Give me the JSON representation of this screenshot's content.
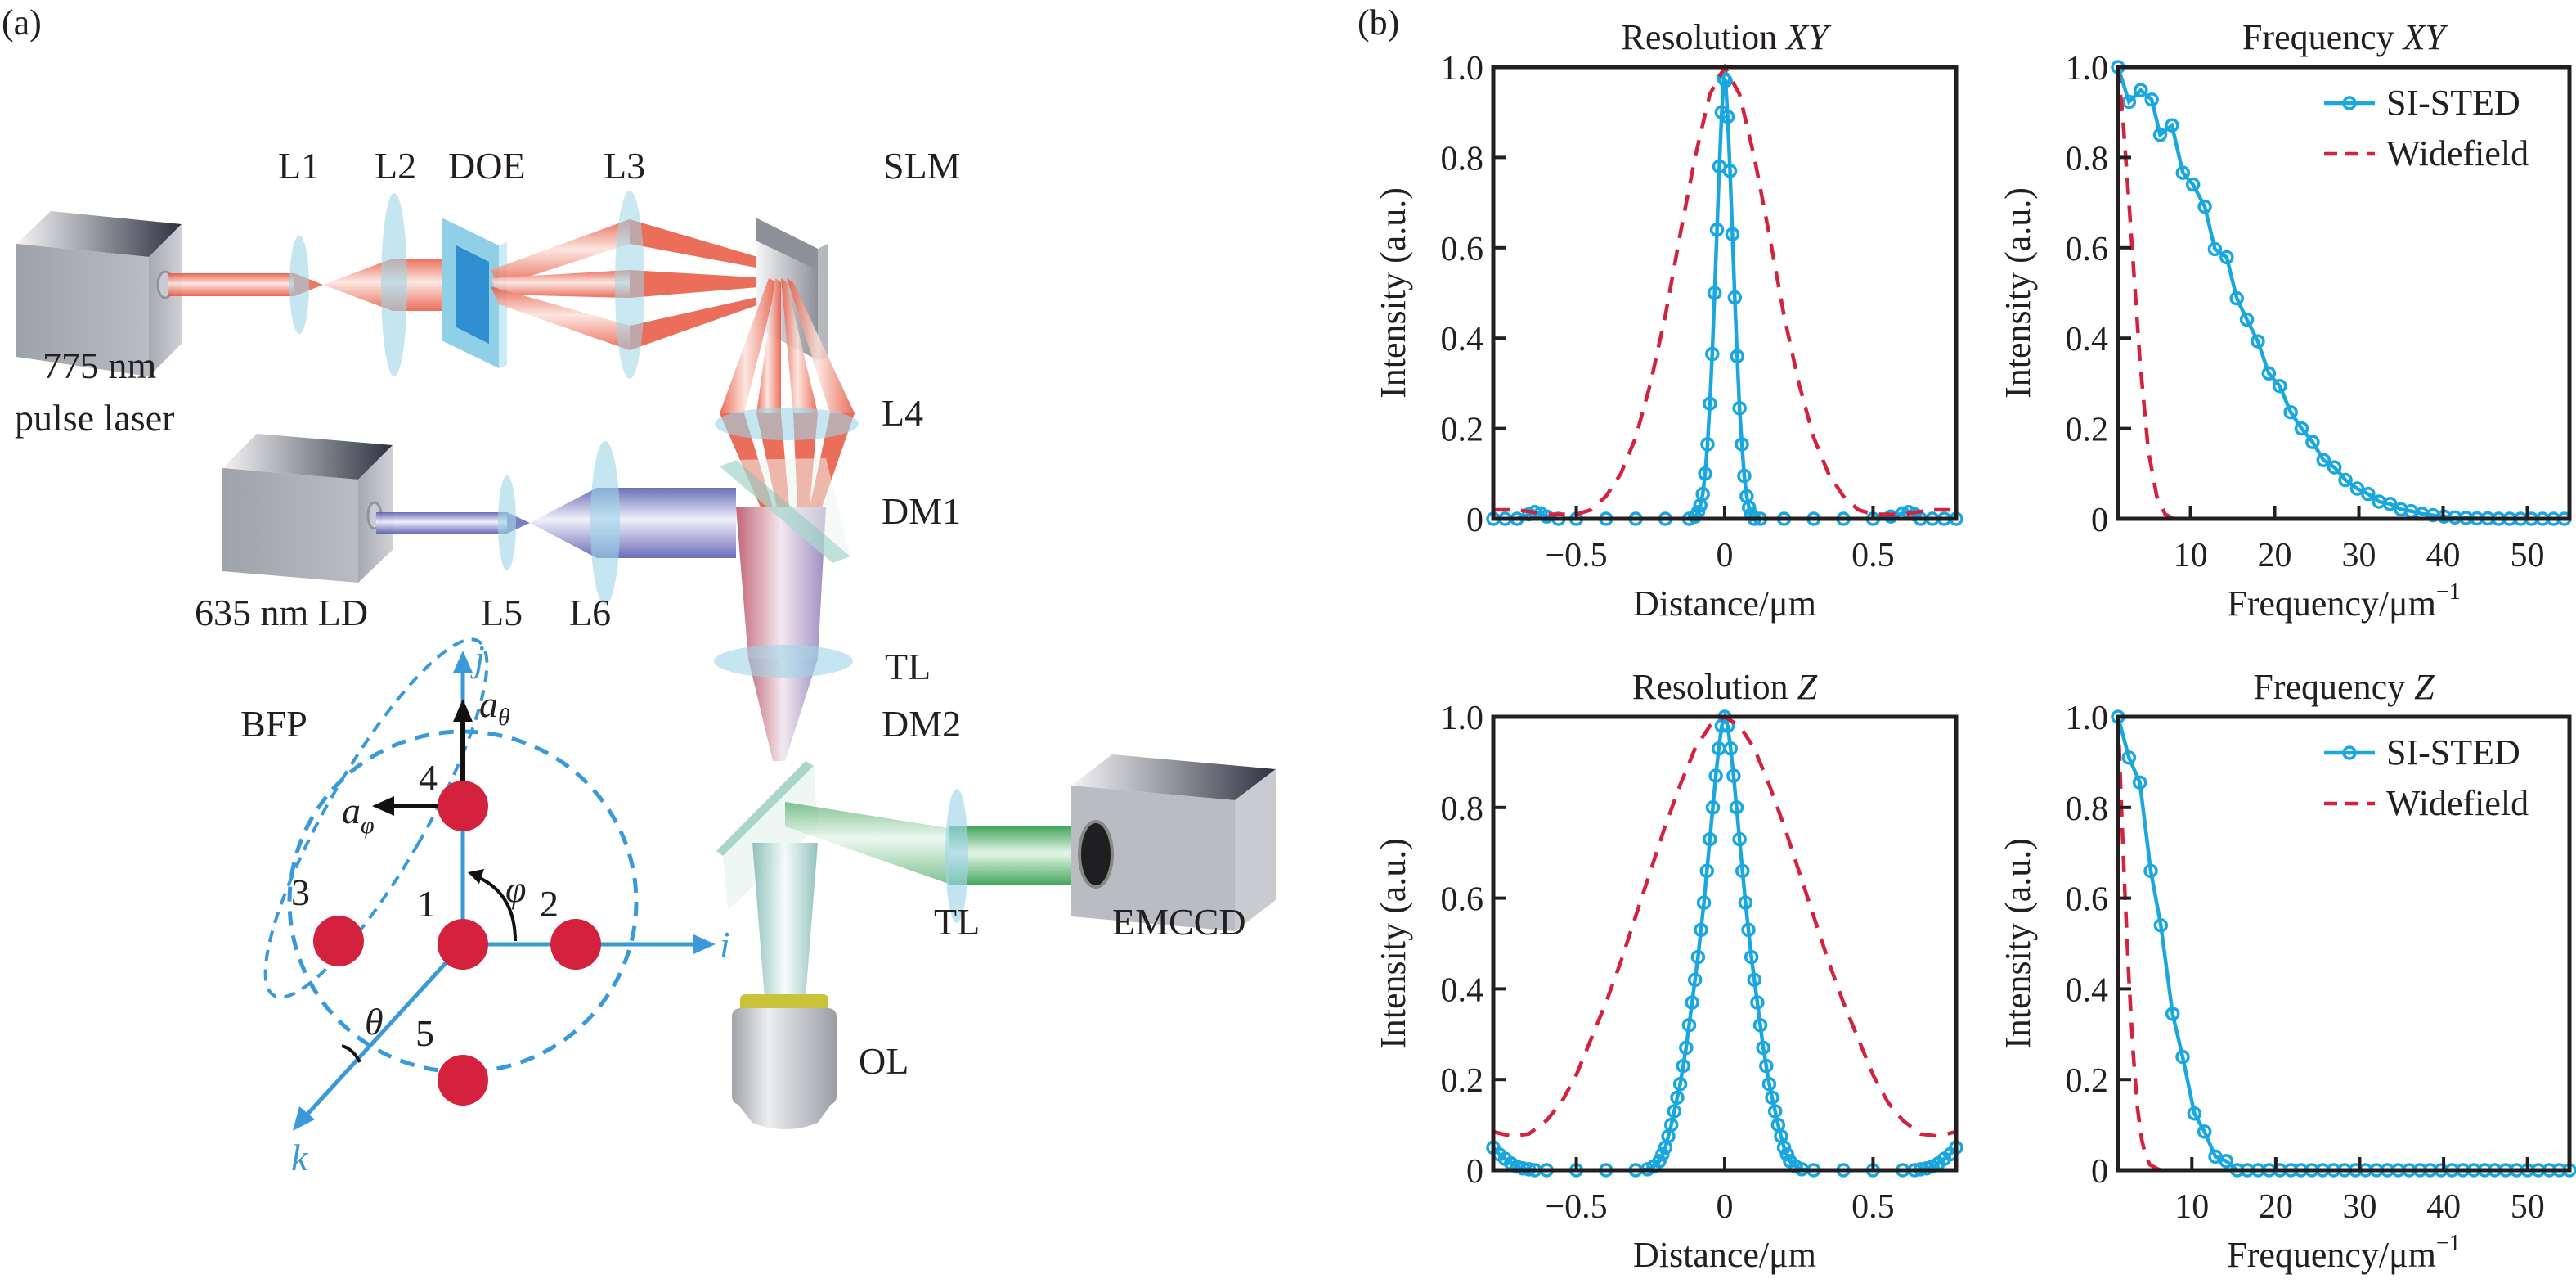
{
  "panels": {
    "a_label": "(a)",
    "b_label": "(b)"
  },
  "diagram": {
    "labels": {
      "L1": "L1",
      "L2": "L2",
      "DOE": "DOE",
      "L3": "L3",
      "SLM": "SLM",
      "laser_775_line1": "775 nm",
      "laser_775_line2": "pulse laser",
      "L4": "L4",
      "DM1": "DM1",
      "ld_635": "635 nm LD",
      "L5": "L5",
      "L6": "L6",
      "TL_upper": "TL",
      "DM2": "DM2",
      "TL_lower": "TL",
      "EMCCD": "EMCCD",
      "OL": "OL",
      "BFP": "BFP"
    },
    "bfp": {
      "axis_i": "i",
      "axis_j": "j",
      "axis_k": "k",
      "a_theta": "a",
      "a_theta_sub": "θ",
      "a_phi": "a",
      "a_phi_sub": "φ",
      "phi": "φ",
      "theta": "θ",
      "spots": [
        "1",
        "2",
        "3",
        "4",
        "5"
      ]
    },
    "colors": {
      "stimulation_beam": "#e8553e",
      "excitation_beam": "#6a6fc0",
      "emission_beam": "#3aa655",
      "optic_glass": "#9fd6e8",
      "bfp_axis": "#3a9ad9",
      "bfp_spot": "#d4213d"
    }
  },
  "chart_data": [
    {
      "id": "res_xy",
      "type": "line",
      "title": "Resolution ",
      "title_italic": "XY",
      "xlabel": "Distance/μm",
      "ylabel": "Intensity (a.u.)",
      "xlim": [
        -0.78,
        0.78
      ],
      "ylim": [
        0,
        1.0
      ],
      "xticks": [
        -0.5,
        0,
        0.5
      ],
      "xtick_labels": [
        "−0.5",
        "0",
        "0.5"
      ],
      "yticks": [
        0,
        0.2,
        0.4,
        0.6,
        0.8,
        1.0
      ],
      "ytick_labels": [
        "0",
        "0.2",
        "0.4",
        "0.6",
        "0.8",
        "1.0"
      ],
      "legend": null,
      "series": [
        {
          "name": "SI-STED",
          "style": "solid-markers",
          "color": "#1aa7e0",
          "x": [
            -0.78,
            -0.74,
            -0.7,
            -0.66,
            -0.64,
            -0.62,
            -0.6,
            -0.56,
            -0.5,
            -0.4,
            -0.3,
            -0.2,
            -0.12,
            -0.1,
            -0.09,
            -0.082,
            -0.074,
            -0.066,
            -0.058,
            -0.05,
            -0.042,
            -0.034,
            -0.026,
            -0.018,
            -0.01,
            -0.003,
            0.003,
            0.01,
            0.018,
            0.026,
            0.034,
            0.042,
            0.05,
            0.058,
            0.066,
            0.074,
            0.082,
            0.09,
            0.1,
            0.12,
            0.2,
            0.3,
            0.4,
            0.5,
            0.56,
            0.6,
            0.62,
            0.64,
            0.66,
            0.7,
            0.74,
            0.78
          ],
          "y": [
            0,
            0,
            0,
            0.01,
            0.015,
            0.012,
            0.005,
            0,
            0,
            0,
            0,
            0,
            0,
            0.005,
            0.015,
            0.03,
            0.055,
            0.1,
            0.165,
            0.255,
            0.365,
            0.5,
            0.64,
            0.78,
            0.9,
            0.975,
            0.97,
            0.89,
            0.77,
            0.63,
            0.49,
            0.36,
            0.245,
            0.165,
            0.095,
            0.05,
            0.025,
            0.01,
            0,
            0,
            0,
            0,
            0,
            0,
            0.005,
            0.012,
            0.015,
            0.01,
            0,
            0,
            0,
            0
          ]
        },
        {
          "name": "Widefield",
          "style": "dashed",
          "color": "#d4213d",
          "x": [
            -0.78,
            -0.7,
            -0.6,
            -0.5,
            -0.45,
            -0.4,
            -0.35,
            -0.3,
            -0.25,
            -0.2,
            -0.15,
            -0.1,
            -0.05,
            0,
            0.05,
            0.1,
            0.15,
            0.2,
            0.25,
            0.3,
            0.35,
            0.4,
            0.45,
            0.5,
            0.6,
            0.7,
            0.78
          ],
          "y": [
            0.02,
            0.02,
            0.01,
            0.01,
            0.02,
            0.05,
            0.1,
            0.18,
            0.3,
            0.45,
            0.63,
            0.8,
            0.94,
            1.0,
            0.94,
            0.8,
            0.63,
            0.45,
            0.3,
            0.18,
            0.1,
            0.05,
            0.02,
            0.01,
            0.01,
            0.02,
            0.02
          ]
        }
      ]
    },
    {
      "id": "freq_xy",
      "type": "line",
      "title": "Frequency ",
      "title_italic": "XY",
      "xlabel": "Frequency/μm",
      "xlabel_sup": "−1",
      "ylabel": "Intensity (a.u.)",
      "xlim": [
        1.4,
        55
      ],
      "ylim": [
        0,
        1.0
      ],
      "xticks": [
        10,
        20,
        30,
        40,
        50
      ],
      "xtick_labels": [
        "10",
        "20",
        "30",
        "40",
        "50"
      ],
      "yticks": [
        0,
        0.2,
        0.4,
        0.6,
        0.8,
        1.0
      ],
      "ytick_labels": [
        "0",
        "0.2",
        "0.4",
        "0.6",
        "0.8",
        "1.0"
      ],
      "legend": {
        "position": "top-right",
        "entries": [
          "SI-STED",
          "Widefield"
        ]
      },
      "series": [
        {
          "name": "SI-STED",
          "style": "solid-markers",
          "color": "#1aa7e0",
          "x": [
            1.4,
            2.7,
            4.1,
            5.4,
            6.4,
            7.8,
            9.1,
            10.3,
            11.7,
            12.9,
            14.3,
            15.5,
            16.7,
            18.0,
            19.3,
            20.6,
            21.9,
            23.2,
            24.5,
            25.8,
            27.1,
            28.4,
            29.8,
            31.1,
            32.4,
            33.7,
            35.0,
            36.2,
            37.5,
            38.8,
            40.1,
            41.4,
            42.7,
            44.0,
            45.3,
            46.6,
            47.9,
            49.2,
            50.5,
            51.8,
            53.1,
            54.4
          ],
          "y": [
            1.0,
            0.923,
            0.949,
            0.928,
            0.85,
            0.871,
            0.766,
            0.74,
            0.691,
            0.597,
            0.579,
            0.488,
            0.441,
            0.393,
            0.322,
            0.294,
            0.236,
            0.2,
            0.17,
            0.13,
            0.114,
            0.086,
            0.067,
            0.055,
            0.038,
            0.033,
            0.021,
            0.017,
            0.011,
            0.008,
            0.005,
            0.003,
            0.002,
            0.001,
            0.001,
            0,
            0,
            0,
            0,
            0,
            0,
            0
          ]
        },
        {
          "name": "Widefield",
          "style": "dashed",
          "color": "#d4213d",
          "x": [
            1.4,
            2.0,
            3.0,
            4.0,
            5.0,
            6.0,
            7.0,
            8.0,
            9.0,
            10,
            20,
            30,
            40,
            50,
            55
          ],
          "y": [
            1.0,
            0.88,
            0.62,
            0.35,
            0.15,
            0.05,
            0.01,
            0,
            0,
            0,
            0,
            0,
            0,
            0,
            0
          ]
        }
      ]
    },
    {
      "id": "res_z",
      "type": "line",
      "title": "Resolution ",
      "title_italic": "Z",
      "xlabel": "Distance/μm",
      "ylabel": "Intensity (a.u.)",
      "xlim": [
        -0.78,
        0.78
      ],
      "ylim": [
        0,
        1.0
      ],
      "xticks": [
        -0.5,
        0,
        0.5
      ],
      "xtick_labels": [
        "−0.5",
        "0",
        "0.5"
      ],
      "yticks": [
        0,
        0.2,
        0.4,
        0.6,
        0.8,
        1.0
      ],
      "ytick_labels": [
        "0",
        "0.2",
        "0.4",
        "0.6",
        "0.8",
        "1.0"
      ],
      "legend": null,
      "series": [
        {
          "name": "SI-STED",
          "style": "solid-markers",
          "color": "#1aa7e0",
          "x": [
            -0.78,
            -0.76,
            -0.74,
            -0.72,
            -0.7,
            -0.68,
            -0.66,
            -0.64,
            -0.6,
            -0.5,
            -0.4,
            -0.3,
            -0.26,
            -0.24,
            -0.22,
            -0.21,
            -0.2,
            -0.19,
            -0.18,
            -0.17,
            -0.16,
            -0.15,
            -0.14,
            -0.13,
            -0.12,
            -0.11,
            -0.1,
            -0.09,
            -0.08,
            -0.07,
            -0.06,
            -0.05,
            -0.04,
            -0.03,
            -0.02,
            -0.01,
            0,
            0.01,
            0.02,
            0.03,
            0.04,
            0.05,
            0.06,
            0.07,
            0.08,
            0.09,
            0.1,
            0.11,
            0.12,
            0.13,
            0.14,
            0.15,
            0.16,
            0.17,
            0.18,
            0.19,
            0.2,
            0.21,
            0.22,
            0.24,
            0.26,
            0.3,
            0.4,
            0.5,
            0.6,
            0.64,
            0.66,
            0.68,
            0.7,
            0.72,
            0.74,
            0.76,
            0.78
          ],
          "y": [
            0.05,
            0.035,
            0.025,
            0.015,
            0.008,
            0.004,
            0.002,
            0,
            0,
            0,
            0,
            0,
            0.002,
            0.008,
            0.02,
            0.035,
            0.05,
            0.075,
            0.1,
            0.13,
            0.16,
            0.19,
            0.23,
            0.27,
            0.32,
            0.37,
            0.42,
            0.47,
            0.53,
            0.59,
            0.66,
            0.73,
            0.8,
            0.87,
            0.93,
            0.98,
            1.0,
            0.98,
            0.93,
            0.87,
            0.8,
            0.73,
            0.66,
            0.59,
            0.53,
            0.47,
            0.42,
            0.37,
            0.32,
            0.27,
            0.23,
            0.19,
            0.16,
            0.13,
            0.1,
            0.075,
            0.05,
            0.035,
            0.02,
            0.008,
            0.002,
            0,
            0,
            0,
            0,
            0,
            0.002,
            0.004,
            0.008,
            0.015,
            0.025,
            0.035,
            0.05
          ]
        },
        {
          "name": "Widefield",
          "style": "dashed",
          "color": "#d4213d",
          "x": [
            -0.78,
            -0.72,
            -0.66,
            -0.6,
            -0.55,
            -0.5,
            -0.45,
            -0.4,
            -0.35,
            -0.3,
            -0.25,
            -0.2,
            -0.15,
            -0.1,
            -0.05,
            0,
            0.05,
            0.1,
            0.15,
            0.2,
            0.25,
            0.3,
            0.35,
            0.4,
            0.45,
            0.5,
            0.55,
            0.6,
            0.66,
            0.72,
            0.78
          ],
          "y": [
            0.085,
            0.075,
            0.08,
            0.11,
            0.15,
            0.21,
            0.29,
            0.37,
            0.46,
            0.56,
            0.66,
            0.76,
            0.85,
            0.93,
            0.98,
            1.0,
            0.98,
            0.93,
            0.85,
            0.76,
            0.66,
            0.56,
            0.46,
            0.37,
            0.29,
            0.21,
            0.15,
            0.11,
            0.08,
            0.075,
            0.085
          ]
        }
      ]
    },
    {
      "id": "freq_z",
      "type": "line",
      "title": "Frequency ",
      "title_italic": "Z",
      "xlabel": "Frequency/μm",
      "xlabel_sup": "−1",
      "ylabel": "Intensity (a.u.)",
      "xlim": [
        1.2,
        55
      ],
      "ylim": [
        0,
        1.0
      ],
      "xticks": [
        10,
        20,
        30,
        40,
        50
      ],
      "xtick_labels": [
        "10",
        "20",
        "30",
        "40",
        "50"
      ],
      "yticks": [
        0,
        0.2,
        0.4,
        0.6,
        0.8,
        1.0
      ],
      "ytick_labels": [
        "0",
        "0.2",
        "0.4",
        "0.6",
        "0.8",
        "1.0"
      ],
      "legend": {
        "position": "top-right",
        "entries": [
          "SI-STED",
          "Widefield"
        ]
      },
      "series": [
        {
          "name": "SI-STED",
          "style": "solid-markers",
          "color": "#1aa7e0",
          "x": [
            1.2,
            2.5,
            3.8,
            5.1,
            6.3,
            7.7,
            8.9,
            10.3,
            11.5,
            12.8,
            14.1,
            15.4,
            16.6,
            17.9,
            19.2,
            20.5,
            21.8,
            23.0,
            24.3,
            25.6,
            26.9,
            28.2,
            29.5,
            30.7,
            32.0,
            33.3,
            34.6,
            35.9,
            37.2,
            38.4,
            39.7,
            41.0,
            42.3,
            43.6,
            44.9,
            46.1,
            47.4,
            48.7,
            50.0,
            51.3,
            52.6,
            53.8,
            55.0
          ],
          "y": [
            1.0,
            0.91,
            0.855,
            0.66,
            0.54,
            0.345,
            0.25,
            0.125,
            0.085,
            0.03,
            0.02,
            0,
            0,
            0,
            0,
            0,
            0,
            0,
            0,
            0,
            0,
            0,
            0,
            0,
            0,
            0,
            0,
            0,
            0,
            0,
            0,
            0,
            0,
            0,
            0,
            0,
            0,
            0,
            0,
            0,
            0,
            0,
            0
          ]
        },
        {
          "name": "Widefield",
          "style": "dashed",
          "color": "#d4213d",
          "x": [
            1.2,
            1.6,
            2.0,
            2.5,
            3.0,
            3.5,
            4.0,
            4.5,
            5.0,
            6.0,
            7.0,
            8.0,
            10,
            20,
            30,
            40,
            50,
            55
          ],
          "y": [
            1.0,
            0.8,
            0.62,
            0.42,
            0.26,
            0.14,
            0.07,
            0.03,
            0.012,
            0.002,
            0,
            0,
            0,
            0,
            0,
            0,
            0,
            0
          ]
        }
      ]
    }
  ]
}
